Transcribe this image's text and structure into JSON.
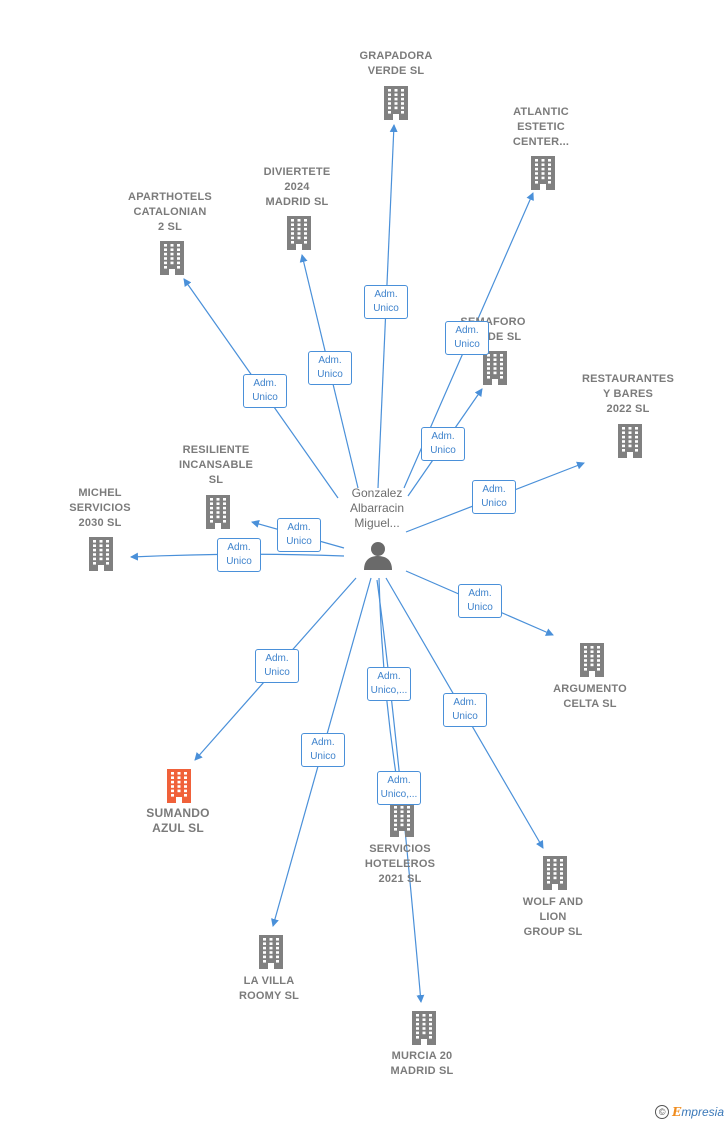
{
  "colors": {
    "edge": "#4a90d9",
    "building": "#808080",
    "highlight": "#f0613a",
    "person": "#6a6a6a"
  },
  "center": {
    "label": "Gonzalez\nAlbarracin\nMiguel..."
  },
  "companies": [
    {
      "id": "grapadora",
      "label": "GRAPADORA\nVERDE  SL",
      "highlight": false,
      "icon": "building-icon"
    },
    {
      "id": "atlantic",
      "label": "ATLANTIC\nESTETIC\nCENTER...",
      "highlight": false,
      "icon": "building-icon"
    },
    {
      "id": "diviertete",
      "label": "DIVIERTETE\n2024\nMADRID  SL",
      "highlight": false,
      "icon": "building-icon"
    },
    {
      "id": "aparthotels",
      "label": "APARTHOTELS\nCATALONIAN\n2  SL",
      "highlight": false,
      "icon": "building-icon"
    },
    {
      "id": "semaforo",
      "label": "SEMAFORO\nVERDE  SL",
      "highlight": false,
      "icon": "building-icon"
    },
    {
      "id": "restaurantes",
      "label": "RESTAURANTES\nY BARES\n2022  SL",
      "highlight": false,
      "icon": "building-icon"
    },
    {
      "id": "resiliente",
      "label": "RESILIENTE\nINCANSABLE\nSL",
      "highlight": false,
      "icon": "building-icon"
    },
    {
      "id": "michel",
      "label": "MICHEL\nSERVICIOS\n2030  SL",
      "highlight": false,
      "icon": "building-icon"
    },
    {
      "id": "argumento",
      "label": "ARGUMENTO\nCELTA  SL",
      "highlight": false,
      "icon": "building-icon"
    },
    {
      "id": "sumando",
      "label": "SUMANDO\nAZUL  SL",
      "highlight": true,
      "icon": "building-icon"
    },
    {
      "id": "servicios",
      "label": "SERVICIOS\nHOTELEROS\n2021  SL",
      "highlight": false,
      "icon": "building-icon"
    },
    {
      "id": "wolf",
      "label": "WOLF AND\nLION\nGROUP  SL",
      "highlight": false,
      "icon": "building-icon"
    },
    {
      "id": "lavilla",
      "label": "LA VILLA\nROOMY  SL",
      "highlight": false,
      "icon": "building-icon"
    },
    {
      "id": "murcia",
      "label": "MURCIA 20\nMADRID  SL",
      "highlight": false,
      "icon": "building-icon"
    }
  ],
  "edges": [
    {
      "to": "grapadora",
      "label": "Adm.\nUnico"
    },
    {
      "to": "atlantic",
      "label": "Adm.\nUnico"
    },
    {
      "to": "diviertete",
      "label": "Adm.\nUnico"
    },
    {
      "to": "aparthotels",
      "label": "Adm.\nUnico"
    },
    {
      "to": "semaforo",
      "label": "Adm.\nUnico"
    },
    {
      "to": "restaurantes",
      "label": "Adm.\nUnico"
    },
    {
      "to": "resiliente",
      "label": "Adm.\nUnico"
    },
    {
      "to": "michel",
      "label": "Adm.\nUnico"
    },
    {
      "to": "argumento",
      "label": "Adm.\nUnico"
    },
    {
      "to": "sumando",
      "label": "Adm.\nUnico"
    },
    {
      "to": "servicios",
      "label": "Adm.\nUnico,..."
    },
    {
      "to": "wolf",
      "label": "Adm.\nUnico"
    },
    {
      "to": "lavilla",
      "label": "Adm.\nUnico"
    },
    {
      "to": "murcia",
      "label": "Adm.\nUnico,..."
    }
  ],
  "footer": {
    "copyright": "©",
    "brand_first": "E",
    "brand_rest": "mpresia"
  }
}
